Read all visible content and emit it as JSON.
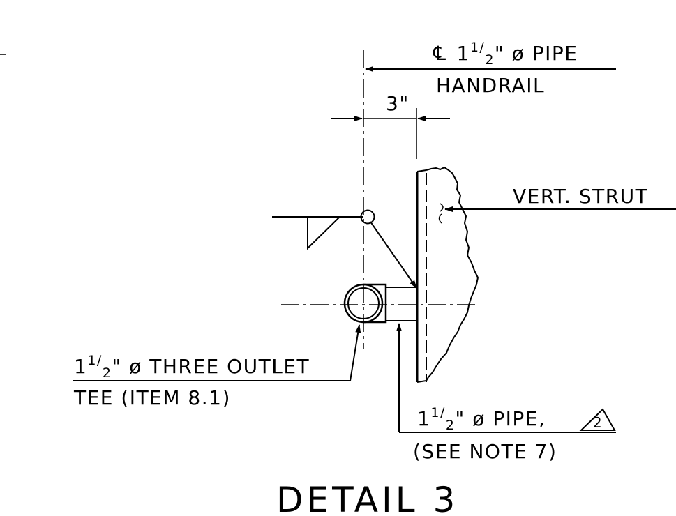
{
  "labels": {
    "handrail_line1_symbol": "℄",
    "handrail_line1_whole": "1",
    "handrail_line1_num": "1",
    "handrail_line1_den": "2",
    "handrail_line1_rest": "\" ø  PIPE",
    "handrail_line2": "HANDRAIL",
    "dimension": "3\"",
    "strut": "VERT. STRUT",
    "tee_line1_whole": "1",
    "tee_line1_num": "1",
    "tee_line1_den": "2",
    "tee_line1_rest": "\" ø  THREE OUTLET",
    "tee_line2": "TEE (ITEM 8.1)",
    "pipe_line1_whole": "1",
    "pipe_line1_num": "1",
    "pipe_line1_den": "2",
    "pipe_line1_rest": "\" ø  PIPE,",
    "revision": "2",
    "pipe_line2": "(SEE NOTE 7)",
    "title": "DETAIL 3"
  }
}
